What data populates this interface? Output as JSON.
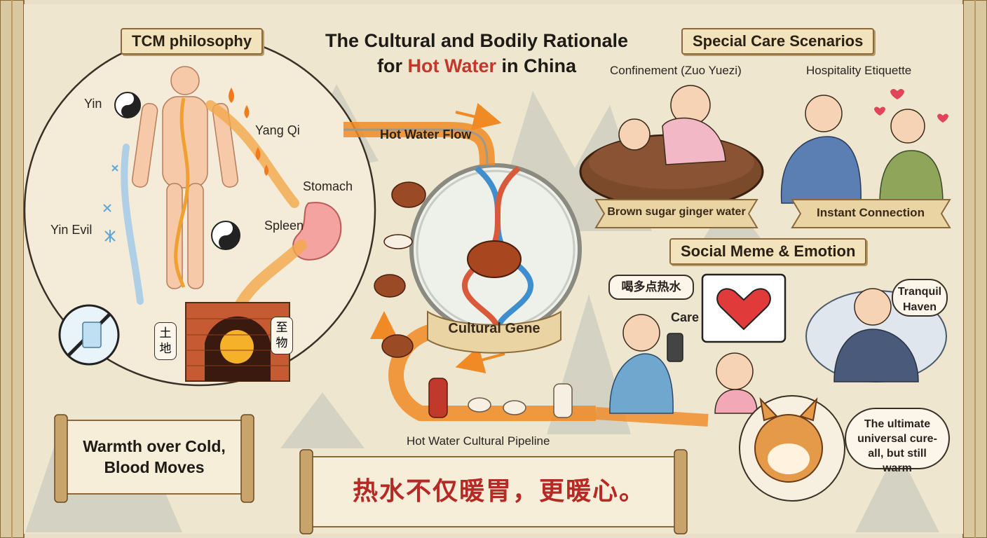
{
  "title": {
    "line1": "The Cultural and Bodily Rationale",
    "line2_prefix": "for ",
    "line2_highlight": "Hot Water",
    "line2_suffix": " in China"
  },
  "tcm": {
    "heading": "TCM philosophy",
    "yin": "Yin",
    "yang_qi": "Yang Qi",
    "yin_evil": "Yin Evil",
    "stomach": "Stomach",
    "spleen": "Spleen",
    "earth_sign": "土地",
    "thing_sign": "至物",
    "motto": "Warmth over Cold, Blood Moves"
  },
  "center": {
    "flow_label": "Hot Water Flow",
    "gene_label": "Cultural Gene",
    "pipeline_label": "Hot Water Cultural Pipeline",
    "slogan": "热水不仅暖胃，更暖心。"
  },
  "care": {
    "heading": "Special Care Scenarios",
    "confinement": "Confinement (Zuo Yuezi)",
    "hospitality": "Hospitality Etiquette",
    "ginger_ribbon": "Brown sugar ginger water",
    "connection_ribbon": "Instant Connection"
  },
  "social": {
    "heading": "Social Meme & Emotion",
    "drink_bubble": "喝多点热水",
    "care_label": "Care",
    "tranquil_bubble": "Tranquil Haven",
    "cure_bubble": "The ultimate universal cure-all, but still warm"
  },
  "colors": {
    "accent_red": "#c0392b",
    "parchment": "#e9dfc8",
    "hot_orange": "#f08a24"
  }
}
